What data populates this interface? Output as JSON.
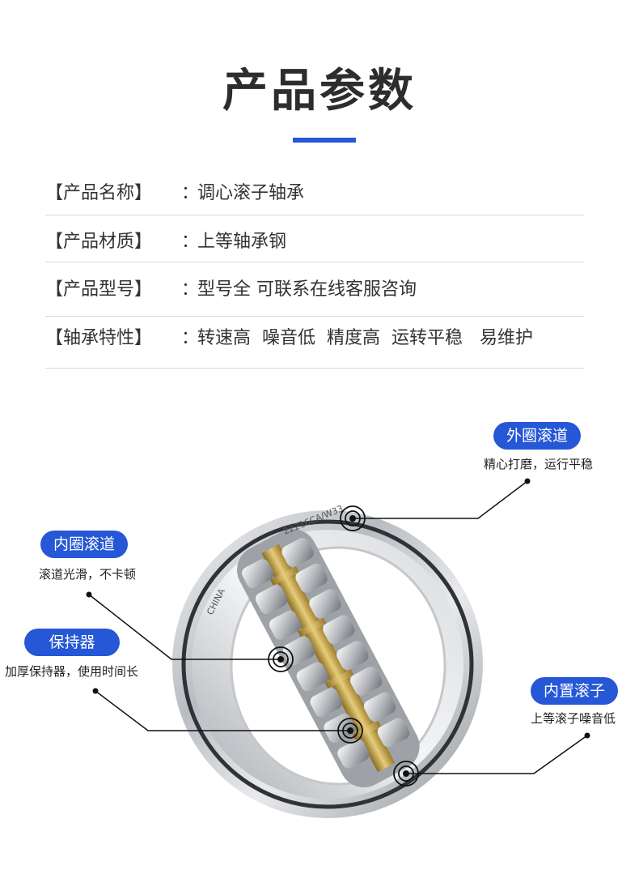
{
  "header": {
    "title": "产品参数",
    "accent_color": "#2557d6"
  },
  "specs": [
    {
      "label": "【产品名称】",
      "colon": "：",
      "value": "调心滚子轴承"
    },
    {
      "label": "【产品材质】",
      "colon": "：",
      "value": "上等轴承钢"
    },
    {
      "label": "【产品型号】",
      "colon": "：",
      "value": "型号全 可联系在线客服咨询"
    },
    {
      "label": "【轴承特性】",
      "colon": "：",
      "value": "转速高  噪音低  精度高  运转平稳   易维护"
    }
  ],
  "diagram": {
    "bearing_marking": "22216CA/W33",
    "origin_marking": "CHINA",
    "callouts": [
      {
        "tag": "外圈滚道",
        "desc": "精心打磨，运行平稳"
      },
      {
        "tag": "内圈滚道",
        "desc": "滚道光滑，不卡顿"
      },
      {
        "tag": "保持器",
        "desc": "加厚保持器，使用时间长"
      },
      {
        "tag": "内置滚子",
        "desc": "上等滚子噪音低"
      }
    ]
  }
}
